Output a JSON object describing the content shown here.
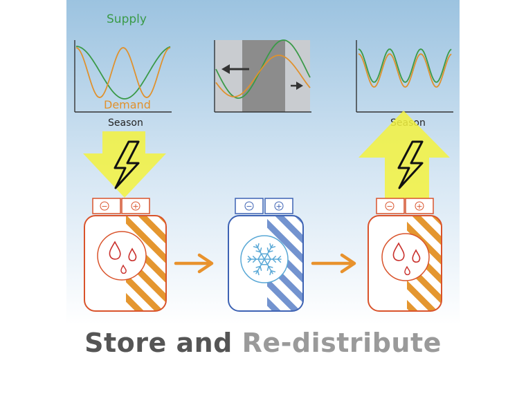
{
  "labels": {
    "supply": "Supply",
    "demand": "Demand",
    "season_left": "Season",
    "season_right": "Season",
    "minus": "−",
    "plus": "+"
  },
  "title": {
    "part1": "Store and",
    "part2": "Re-distribute"
  },
  "colors": {
    "supply": "#3a9a48",
    "demand": "#e0912d",
    "hot_battery": "#d9532b",
    "hot_stripe": "#e4962f",
    "cold_battery": "#3d62b3",
    "cold_stripe": "#7393cf",
    "snowflake": "#59a8d6",
    "arrow_yellow": "#f3f23e",
    "flow_arrow": "#e8922d",
    "title_dark": "#555555",
    "title_light": "#9a9a9a"
  },
  "icons": {
    "bolt": "lightning-bolt-icon",
    "drops": "water-drops-icon",
    "snowflake": "snowflake-icon"
  }
}
